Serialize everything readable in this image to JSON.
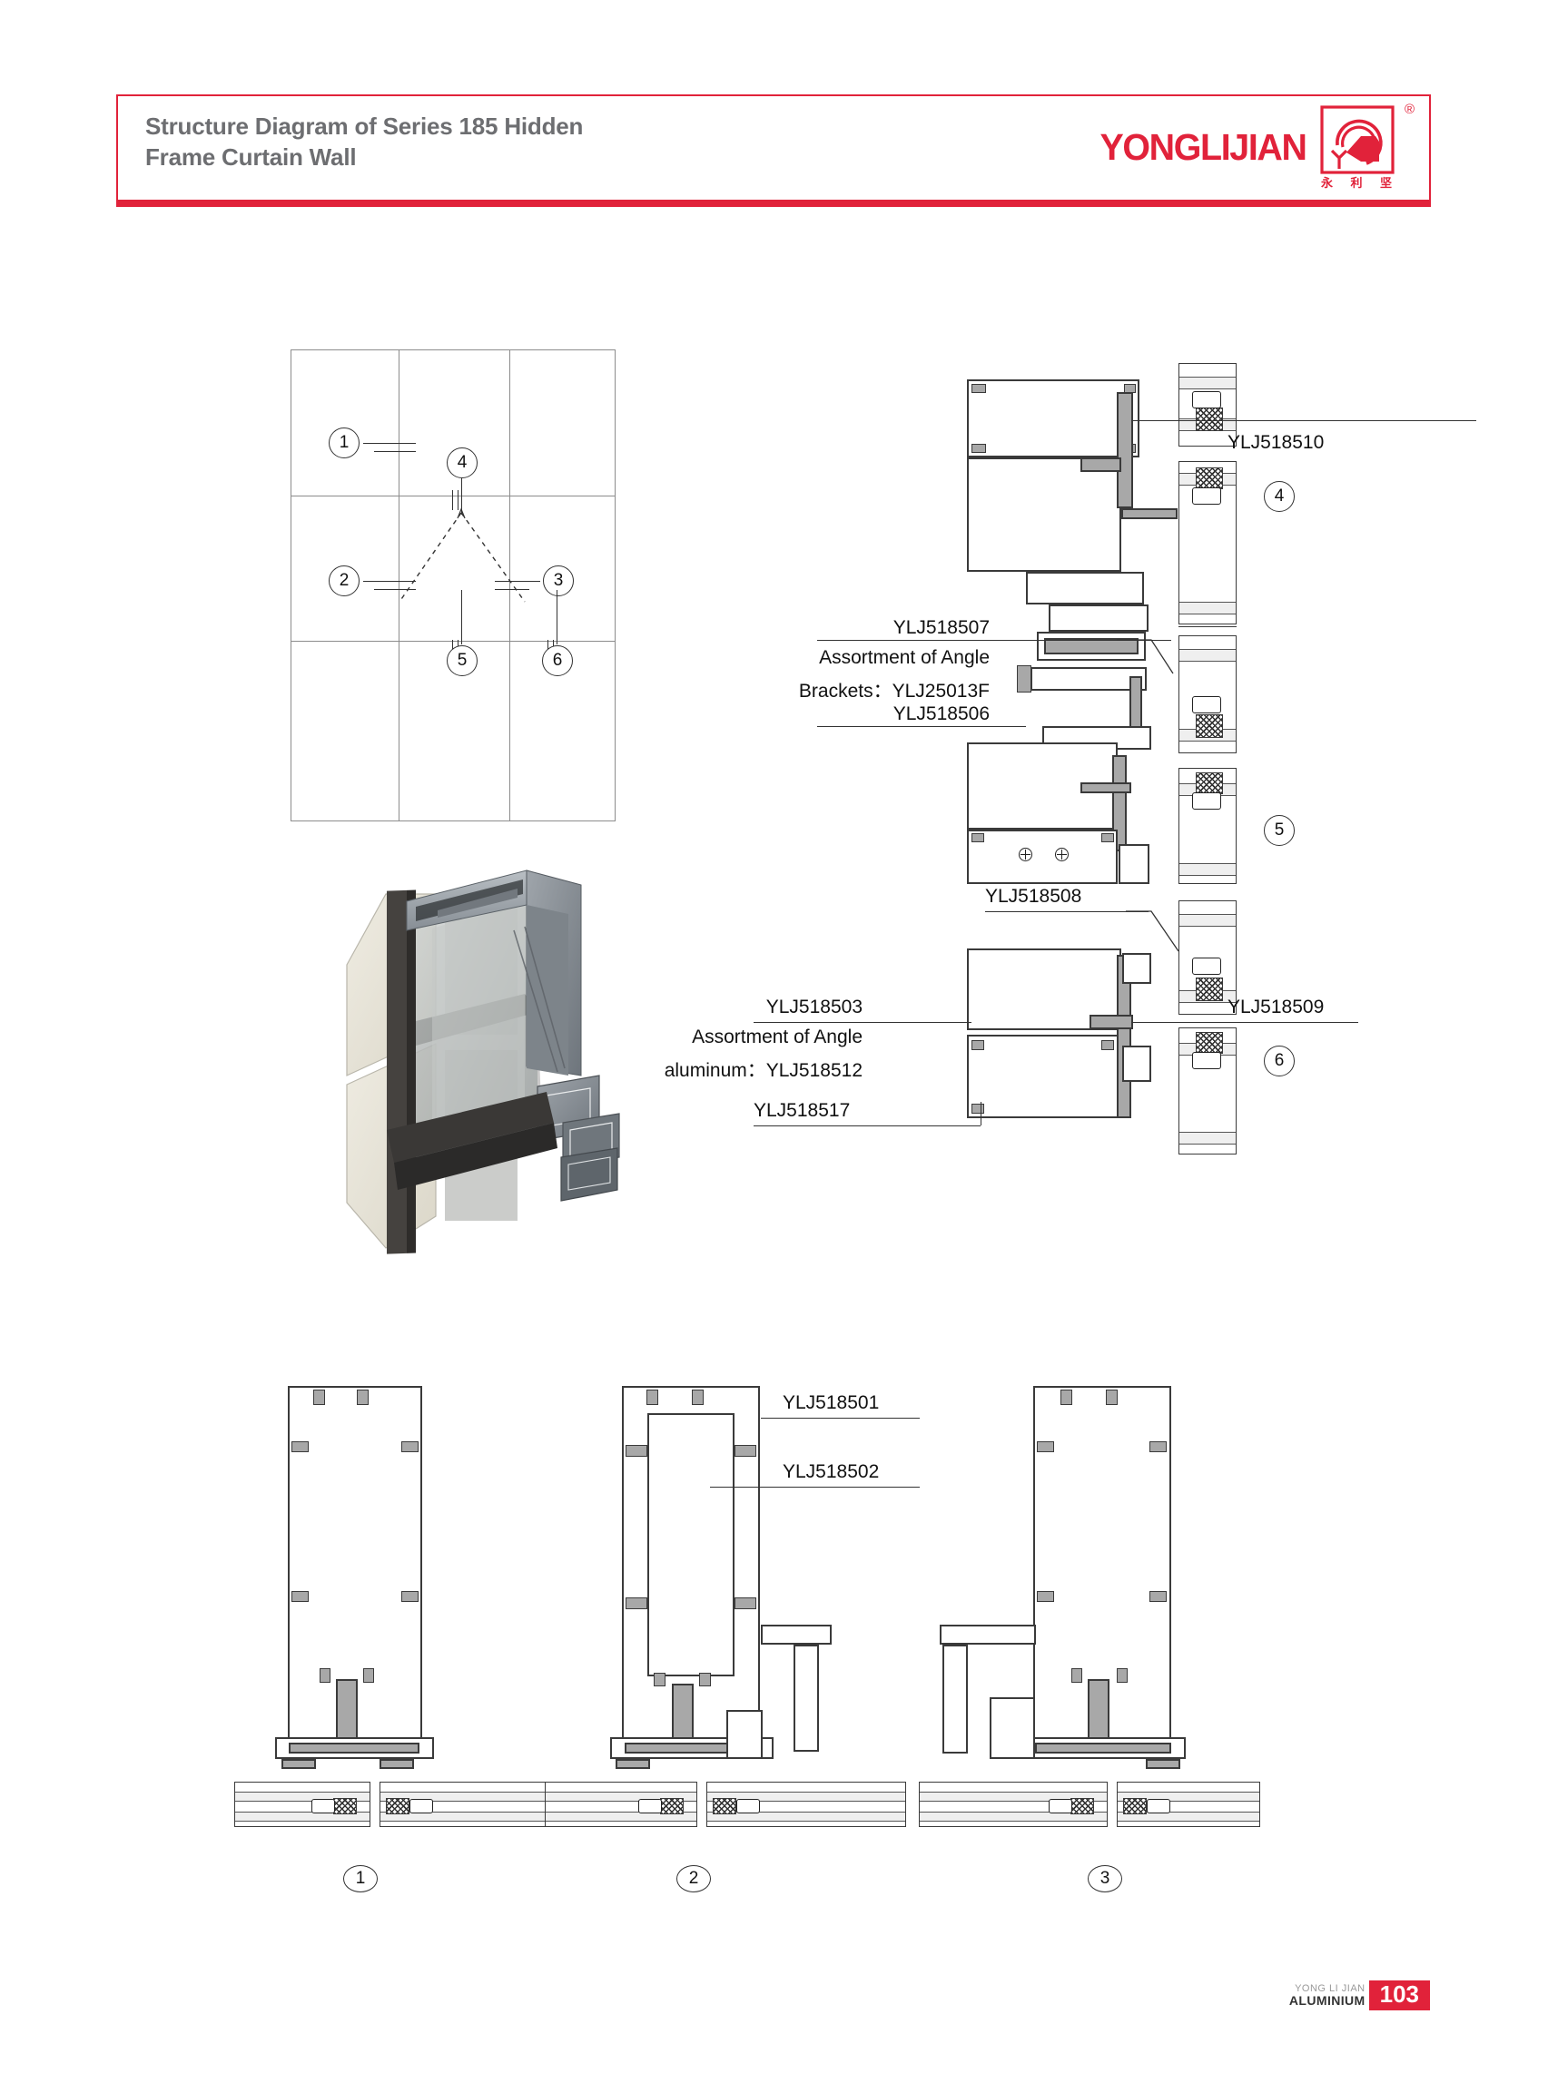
{
  "header": {
    "title_line1": "Structure Diagram of Series 185 Hidden",
    "title_line2": "Frame Curtain Wall",
    "brand_wordmark": "YONGLIJIAN",
    "brand_registered": "®",
    "brand_cn_1": "永",
    "brand_cn_2": "利",
    "brand_cn_3": "坚",
    "brand_mark_letter": "Y",
    "accent_color": "#e1223a",
    "title_color": "#6d6e71"
  },
  "elevation": {
    "name": "curtain-wall-elevation",
    "callouts": [
      {
        "id": "1",
        "label": "1"
      },
      {
        "id": "2",
        "label": "2"
      },
      {
        "id": "3",
        "label": "3"
      },
      {
        "id": "4",
        "label": "4"
      },
      {
        "id": "5",
        "label": "5"
      },
      {
        "id": "6",
        "label": "6"
      }
    ]
  },
  "section_details": {
    "detail_4": {
      "callout": "4",
      "labels": [
        {
          "code": "YLJ518510",
          "position": "right"
        }
      ]
    },
    "detail_5": {
      "callout": "5",
      "labels": [
        {
          "code": "YLJ518507",
          "position": "left"
        },
        {
          "code": "Assortment of Angle",
          "position": "left"
        },
        {
          "code": "Brackets：YLJ25013F",
          "position": "left"
        },
        {
          "code": "YLJ518506",
          "position": "left"
        },
        {
          "code": "YLJ518508",
          "position": "left"
        }
      ]
    },
    "detail_6": {
      "callout": "6",
      "labels": [
        {
          "code": "YLJ518503",
          "position": "left"
        },
        {
          "code": "Assortment of Angle",
          "position": "left"
        },
        {
          "code": "aluminum：YLJ518512",
          "position": "left"
        },
        {
          "code": "YLJ518517",
          "position": "left"
        },
        {
          "code": "YLJ518509",
          "position": "right"
        }
      ]
    }
  },
  "labels": {
    "ylj518510": "YLJ518510",
    "ylj518507": "YLJ518507",
    "assortment_angle_brackets_l1": "Assortment of Angle",
    "assortment_angle_brackets_l2": "Brackets：YLJ25013F",
    "ylj518506": "YLJ518506",
    "ylj518508": "YLJ518508",
    "ylj518503": "YLJ518503",
    "assortment_angle_alum_l1": "Assortment of Angle",
    "assortment_angle_alum_l2": "aluminum：YLJ518512",
    "ylj518517": "YLJ518517",
    "ylj518509": "YLJ518509",
    "ylj518501": "YLJ518501",
    "ylj518502": "YLJ518502"
  },
  "bottom_profiles": [
    {
      "callout": "1",
      "name": "profile-section-1"
    },
    {
      "callout": "2",
      "name": "profile-section-2",
      "labels": [
        "YLJ518501",
        "YLJ518502"
      ]
    },
    {
      "callout": "3",
      "name": "profile-section-3"
    }
  ],
  "footer": {
    "brand_line1": "YONG LI JIAN",
    "brand_line2": "ALUMINIUM",
    "page_number": "103"
  }
}
